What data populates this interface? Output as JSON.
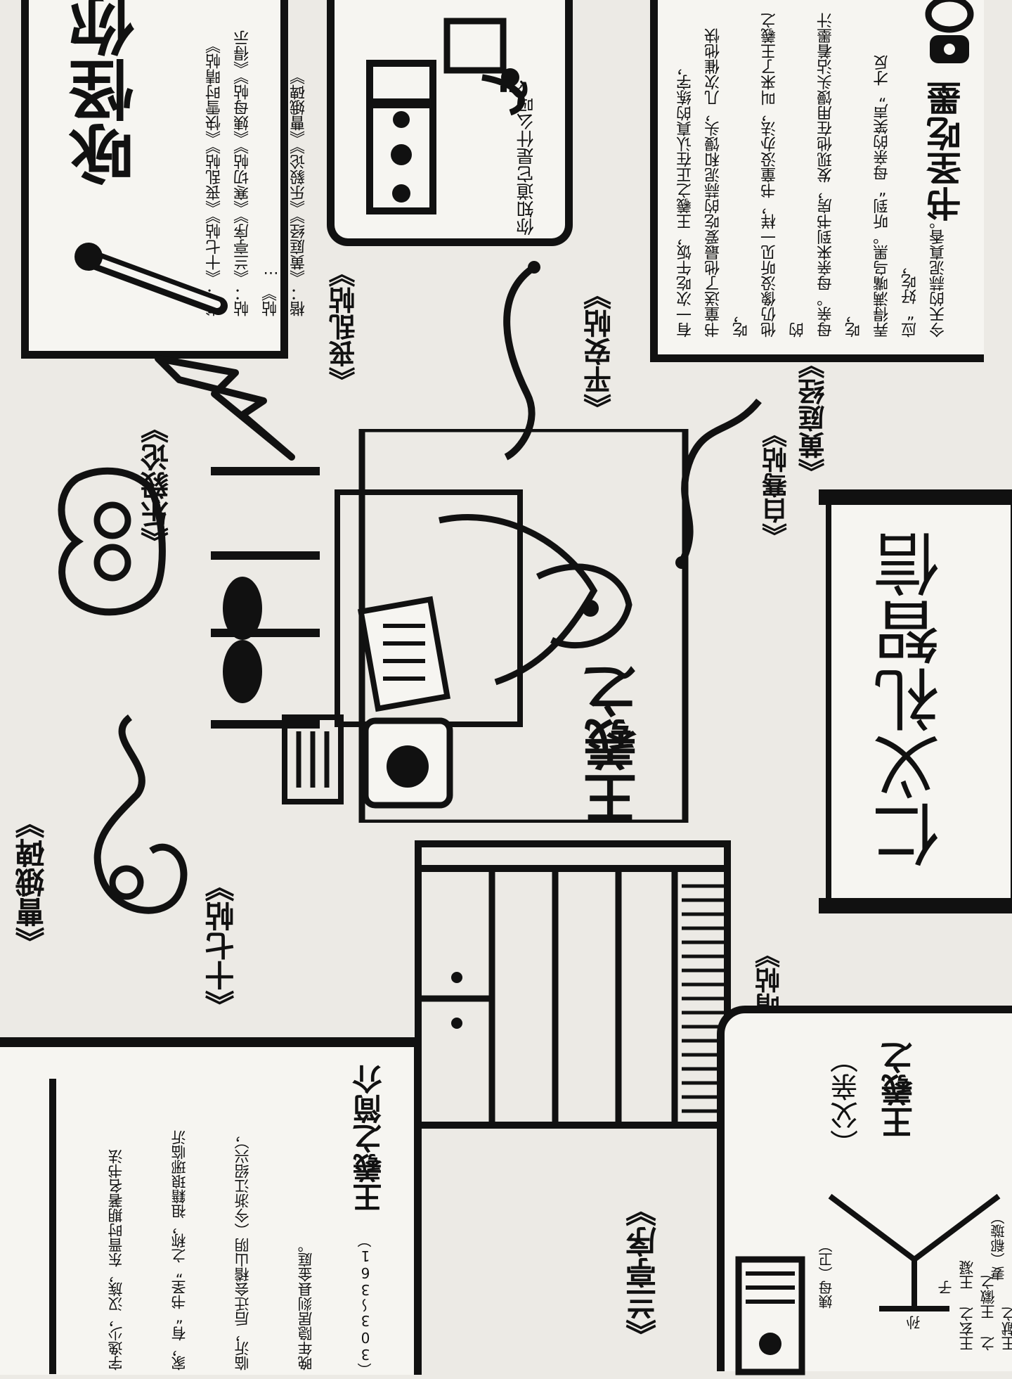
{
  "books_box": {
    "title": "咏怪你",
    "lines": [
      "书：《十七帖》《丧乱帖》《快雪时晴帖》",
      "帖：《兰亭序》《寒切帖》《姨母帖》《得示帖》…",
      "楷：《黄庭经》《乐毅论》《曹娥碑》"
    ]
  },
  "top_panel": {
    "caption": "你知道它是什么吗？"
  },
  "story_box": {
    "title": "书圣吃墨",
    "lines": [
      "有一次吃午饭，王羲之正在认真的练字，",
      "书童送了他最爱吃的蒜泥和馒头，几次催他快吃，",
      "他仍像没听见一样，书童没办法，叫来了王羲之的",
      "母亲。母亲来到书房，发现他在用馒头沾着墨汁吃，",
      "弄得满嘴乌黑。听到“母亲的笑声”才反应“好吃，",
      "今天的蒜泥真香。"
    ]
  },
  "scroll": {
    "text": "仁义礼智信"
  },
  "center": {
    "name": "王羲之"
  },
  "works": {
    "pingan": "《平安帖》",
    "sangluan": "《丧乱帖》",
    "huangting": "《黄庭经》",
    "baiqian": "《白骞帖》",
    "yueyi": "《乐毅论》",
    "shiqi": "《十七帖》",
    "caoe": "《曹娥碑》",
    "kuaixue": "《快雪时晴帖》",
    "lanting": "《兰亭序》"
  },
  "family_box": {
    "title": "王羲之",
    "sub": "（父亲）",
    "left_label": "妻（郗璇）",
    "child_label": "子",
    "children": "王玄之 王凝之 王徽之 王献之",
    "aunt": "姨母（卫）",
    "wife": "妻（郗璇）",
    "grandson": "孙"
  },
  "bio_box": {
    "title": "王羲之简介",
    "dates": "（303～361）",
    "lines": [
      "字逸少，汉族，东晋时期著名书法",
      "家，有“书圣”之称，祖籍琅琊临沂",
      "临沂，后迁会稽山阴（今浙江绍兴），",
      "晚年隐居剡县金庭。"
    ]
  }
}
